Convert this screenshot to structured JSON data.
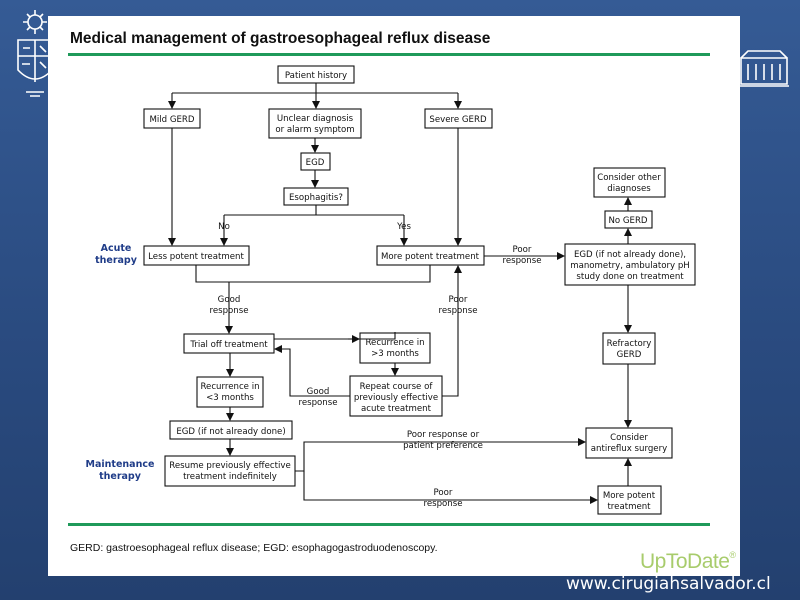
{
  "title": "Medical management of gastroesophageal reflux disease",
  "footnote": "GERD: gastroesophageal reflux disease; EGD: esophagogastroduodenoscopy.",
  "brand": {
    "name": "UpToDate",
    "mark": "®"
  },
  "url": "www.cirugiahsalvador.cl",
  "side_labels": {
    "acute": [
      "Acute",
      "therapy"
    ],
    "maintenance": [
      "Maintenance",
      "therapy"
    ]
  },
  "boxes": {
    "patient_history": [
      "Patient history"
    ],
    "mild_gerd": [
      "Mild GERD"
    ],
    "unclear": [
      "Unclear diagnosis",
      "or alarm symptom"
    ],
    "severe_gerd": [
      "Severe GERD"
    ],
    "egd": [
      "EGD"
    ],
    "esophagitis": [
      "Esophagitis?"
    ],
    "less_potent": [
      "Less potent treatment"
    ],
    "more_potent": [
      "More potent treatment"
    ],
    "consider_other": [
      "Consider other",
      "diagnoses"
    ],
    "no_gerd": [
      "No GERD"
    ],
    "egd_manometry": [
      "EGD (if not already done),",
      "manometry, ambulatory pH",
      "study done on treatment"
    ],
    "trial_off": [
      "Trial off treatment"
    ],
    "recurrence_gt3": [
      "Recurrence in",
      ">3 months"
    ],
    "recurrence_lt3": [
      "Recurrence in",
      "<3 months"
    ],
    "repeat_course": [
      "Repeat course of",
      "previously effective",
      "acute treatment"
    ],
    "refractory": [
      "Refractory",
      "GERD"
    ],
    "egd_if_not": [
      "EGD (if not already done)"
    ],
    "resume": [
      "Resume previously effective",
      "treatment indefinitely"
    ],
    "consider_surgery": [
      "Consider",
      "antireflux surgery"
    ],
    "more_potent_tx": [
      "More potent",
      "treatment"
    ]
  },
  "edge_labels": {
    "no": [
      "No"
    ],
    "yes": [
      "Yes"
    ],
    "poor_response_1": [
      "Poor",
      "response"
    ],
    "good_response_1": [
      "Good",
      "response"
    ],
    "poor_response_2": [
      "Poor",
      "response"
    ],
    "good_response_2": [
      "Good",
      "response"
    ],
    "poor_or_pref": [
      "Poor response or",
      "patient preference"
    ],
    "poor_response_3": [
      "Poor",
      "response"
    ]
  }
}
